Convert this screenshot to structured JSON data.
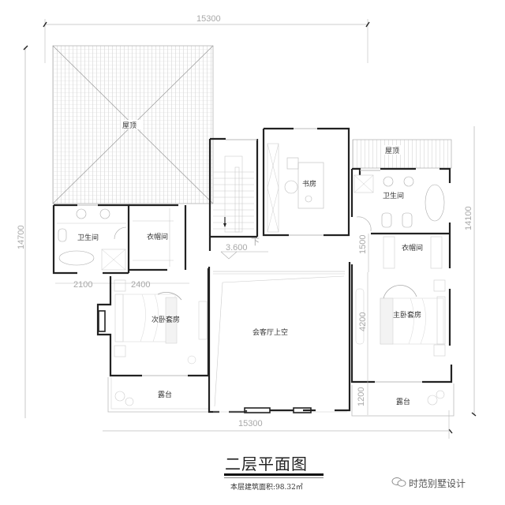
{
  "drawing": {
    "title": "二层平面图",
    "area_label": "本层建筑面积:98.32㎡",
    "watermark": "时范别墅设计",
    "watermark_icon": "wechat-icon"
  },
  "dimensions": {
    "top_total": "15300",
    "bottom_total": "15300",
    "left_total": "14700",
    "right_total": "14100",
    "left_bath_width": "2100",
    "left_closet_width": "2400",
    "right_corridor": "1500",
    "right_bedroom": "4200",
    "right_terrace": "1200",
    "elevation": "3.600",
    "elevation_suffix": "下"
  },
  "rooms": {
    "roof_left": "屋顶",
    "roof_right": "屋顶",
    "study": "书房",
    "bath_left": "卫生间",
    "closet_left": "衣帽间",
    "bath_right": "卫生间",
    "closet_right": "衣帽间",
    "second_bedroom": "次卧套房",
    "master_bedroom": "主卧套房",
    "living_void": "会客厅上空",
    "terrace_left": "露台",
    "terrace_right": "露台"
  },
  "colors": {
    "wall": "#222222",
    "dimension_text": "#a8a8a8",
    "fixture_line": "#bdbdbd"
  }
}
